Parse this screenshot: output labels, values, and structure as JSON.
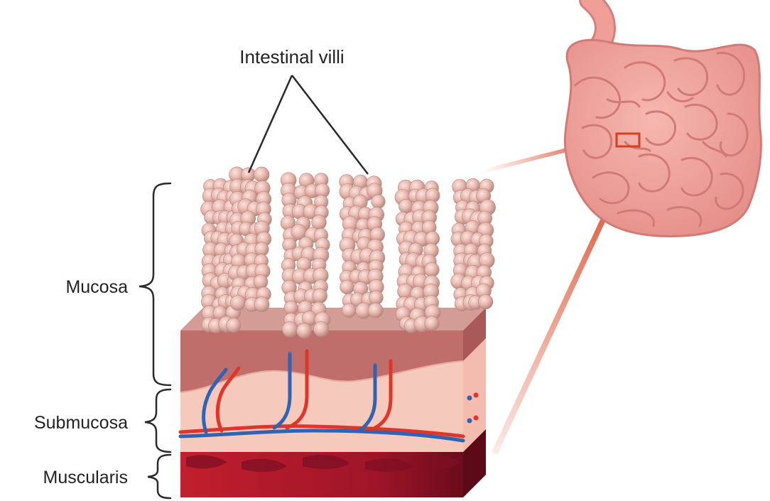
{
  "labels": {
    "villi": "Intestinal villi",
    "mucosa": "Mucosa",
    "submucosa": "Submucosa",
    "muscularis": "Muscularis"
  },
  "colors": {
    "label_text": "#222222",
    "bracket": "#2a2a2a",
    "villus_ball": "#e7b7ad",
    "villus_ball_edge": "#a77b74",
    "mucosa_block": "#bf6e6c",
    "mucosa_top": "#d29a94",
    "submucosa": "#f6c9bd",
    "muscularis": "#a51c32",
    "muscularis_dark": "#6b0c1c",
    "artery": "#e2352a",
    "vein": "#2f64b5",
    "zoom_line": "#d6401e",
    "intestine": "#ef9e98",
    "intestine_shade": "#d97f7b"
  },
  "icons": {
    "intestine": "small-intestine-icon",
    "zoom_box": "zoom-rectangle-icon"
  }
}
